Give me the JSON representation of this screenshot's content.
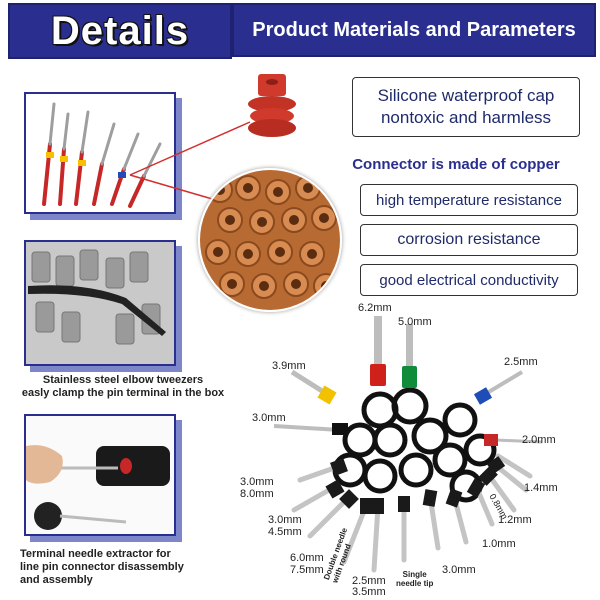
{
  "header": {
    "left_title": "Details",
    "right_title": "Product Materials and Parameters"
  },
  "features": {
    "cap_line1": "Silicone waterproof cap",
    "cap_line2": "nontoxic and harmless",
    "copper_title": "Connector is made of copper",
    "prop1": "high temperature resistance",
    "prop2": "corrosion resistance",
    "prop3": "good electrical conductivity"
  },
  "captions": {
    "tweezers_line1": "Stainless steel elbow tweezers",
    "tweezers_line2": "easly clamp the pin terminal in the box",
    "extractor_line1": "Terminal needle extractor for",
    "extractor_line2": "line pin connector disassembly",
    "extractor_line3": "and assembly"
  },
  "sizes": {
    "s62": "6.2mm",
    "s50": "5.0mm",
    "s39": "3.9mm",
    "s25": "2.5mm",
    "s30a": "3.0mm",
    "s20": "2.0mm",
    "s30b": "3.0mm",
    "s80": "8.0mm",
    "s14": "1.4mm",
    "s08": "0.8mm",
    "s12": "1.2mm",
    "s30c": "3.0mm",
    "s45": "4.5mm",
    "s10": "1.0mm",
    "s60": "6.0mm",
    "s75": "7.5mm",
    "double_line1": "Double needle",
    "double_line2": "with round",
    "single_line1": "Single",
    "single_line2": "needle tip",
    "s30d": "3.0mm",
    "s25b": "2.5mm",
    "s35": "3.5mm"
  },
  "colors": {
    "brand_blue": "#2a2f8f",
    "shadow_blue": "#7d86c8",
    "cap_red": "#d03a2c",
    "copper": "#c8743c"
  }
}
